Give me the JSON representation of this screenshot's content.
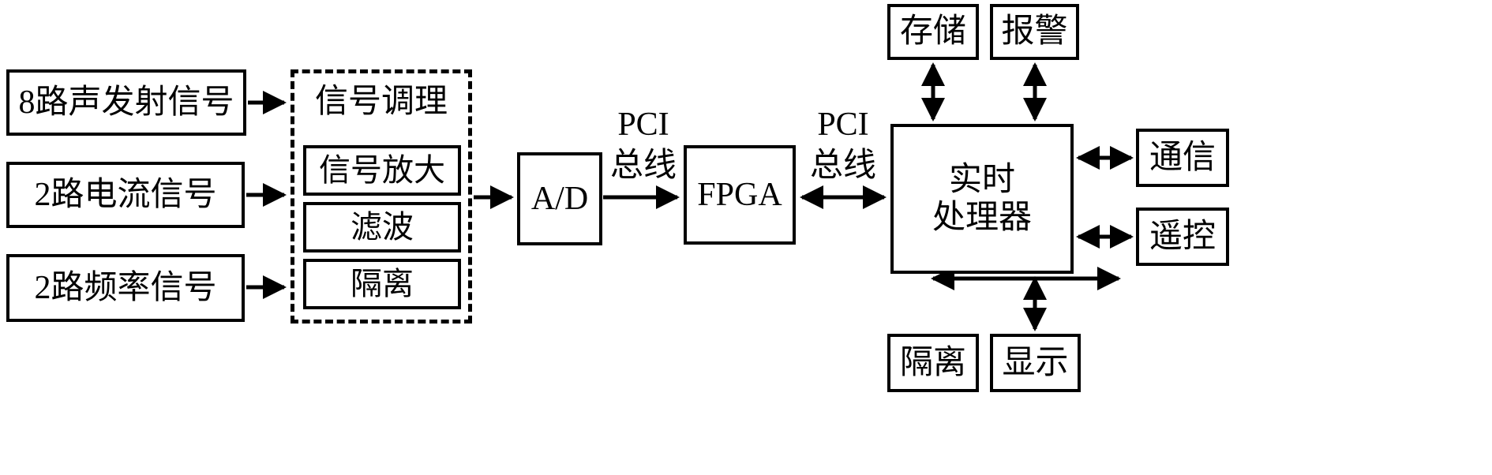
{
  "diagram": {
    "inputs": [
      {
        "label": "8路声发射信号"
      },
      {
        "label": "2路电流信号"
      },
      {
        "label": "2路频率信号"
      }
    ],
    "conditioning": {
      "title": "信号调理",
      "stages": [
        {
          "label": "信号放大"
        },
        {
          "label": "滤波"
        },
        {
          "label": "隔离"
        }
      ]
    },
    "adc": {
      "label": "A/D"
    },
    "fpga": {
      "label": "FPGA"
    },
    "pci_bus_1": {
      "line1": "PCI",
      "line2": "总线"
    },
    "pci_bus_2": {
      "line1": "PCI",
      "line2": "总线"
    },
    "processor": {
      "line1": "实时",
      "line2": "处理器"
    },
    "peripherals": {
      "storage": {
        "label": "存储"
      },
      "alarm": {
        "label": "报警"
      },
      "comm": {
        "label": "通信"
      },
      "remote": {
        "label": "遥控"
      },
      "isolation": {
        "label": "隔离"
      },
      "display": {
        "label": "显示"
      }
    },
    "colors": {
      "line": "#000000",
      "background": "#ffffff"
    }
  }
}
